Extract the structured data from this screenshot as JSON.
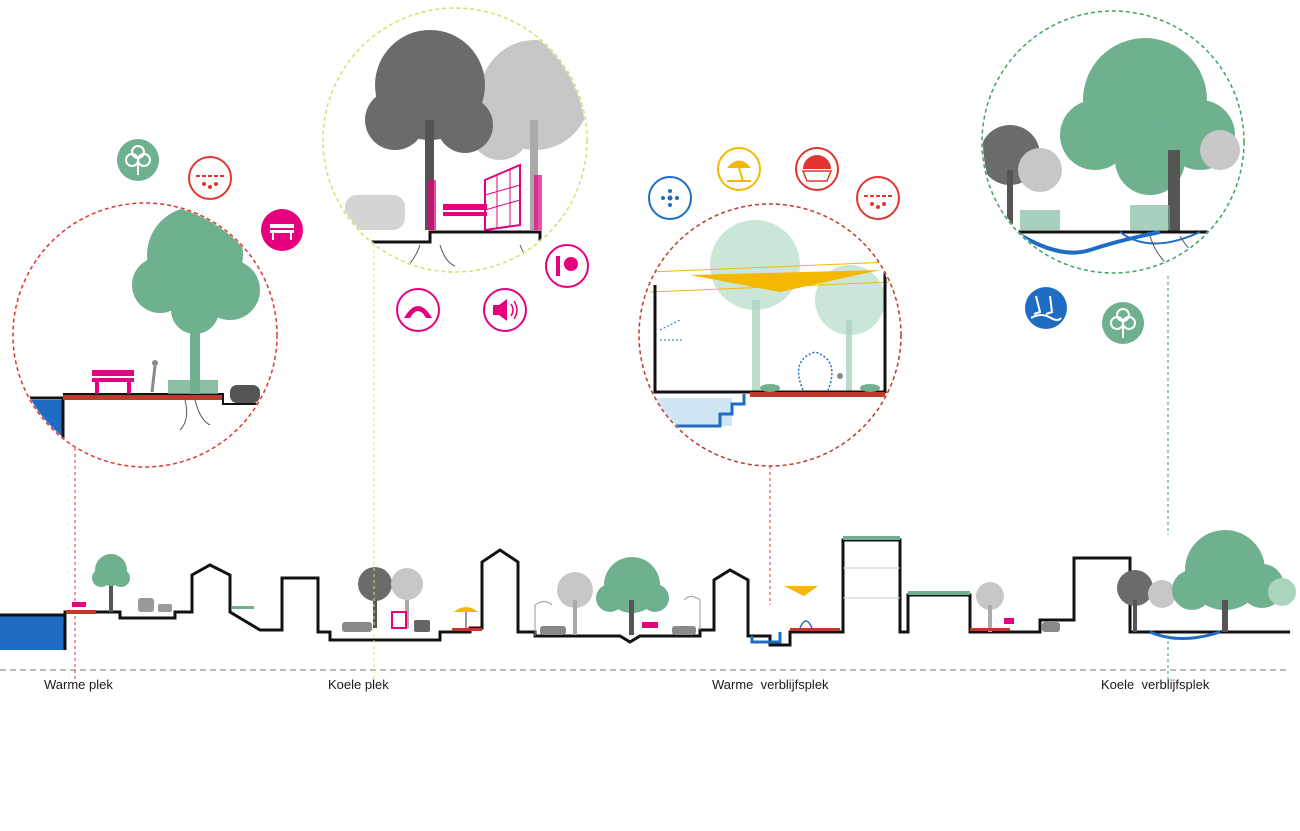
{
  "labels": {
    "warm_spot": "Warme plek",
    "cool_spot": "Koele plek",
    "warm_stay": "Warme  verblijfsplek",
    "cool_stay": "Koele  verblijfsplek"
  },
  "colors": {
    "green": "#6fb08f",
    "green_light": "#a9d4bd",
    "grey_dark": "#6b6b6b",
    "grey_light": "#bdbdbd",
    "magenta": "#e6007e",
    "red": "#e3342f",
    "blue": "#1f6cc4",
    "yellow": "#f6b700",
    "lime": "#cfe36a",
    "black": "#111111"
  },
  "icons": [
    "tree-icon",
    "rain-icon",
    "bench-icon",
    "hedge-icon",
    "shade-icon",
    "noise-icon",
    "fountain-icon",
    "umbrella-icon",
    "sun-icon",
    "rain-icon",
    "feet-in-water-icon",
    "tree-icon"
  ]
}
